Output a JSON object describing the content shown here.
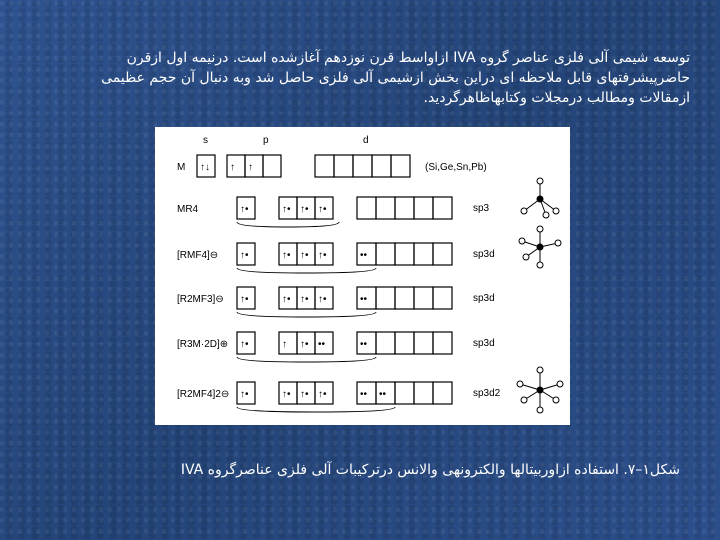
{
  "slide": {
    "intro_text": "توسعه شیمی آلی فلزی عناصر گروه IVA ازاواسط قرن نوزدهم آغازشده است. درنیمه اول ازقرن حاضرپیشرفتهای قابل ملاحظه ای دراین بخش ازشیمی آلی فلزی حاصل شد وبه دنبال آن حجم عظیمی ازمقالات ومطالب درمجلات وکتابهاظاهرگردید.",
    "caption": "شکل۱–۷. استفاده ازاوربیتالها والکترونهی والانس درترکیبات آلی فلزی عناصرگروه IVA"
  },
  "figure": {
    "headers": [
      "s",
      "p",
      "d"
    ],
    "element_note": "(Si,Ge,Sn,Pb)",
    "rows": [
      {
        "label": "M",
        "s": "↑↓",
        "p": [
          "↑",
          "↑",
          ""
        ],
        "d": [
          "",
          "",
          "",
          "",
          ""
        ],
        "hybrid": ""
      },
      {
        "label": "MR4",
        "s": "↑•",
        "p": [
          "↑•",
          "↑•",
          "↑•"
        ],
        "d": [
          "",
          "",
          "",
          "",
          ""
        ],
        "hybrid": "sp3"
      },
      {
        "label": "[RMF4]⊖",
        "s": "↑•",
        "p": [
          "↑•",
          "↑•",
          "↑•"
        ],
        "d": [
          "••",
          "",
          "",
          "",
          ""
        ],
        "hybrid": "sp3d"
      },
      {
        "label": "[R2MF3]⊖",
        "s": "↑•",
        "p": [
          "↑•",
          "↑•",
          "↑•"
        ],
        "d": [
          "••",
          "",
          "",
          "",
          ""
        ],
        "hybrid": "sp3d"
      },
      {
        "label": "[R3M·2D]⊕",
        "s": "↑•",
        "p": [
          "↑",
          "↑•",
          "••"
        ],
        "d": [
          "••",
          "",
          "",
          "",
          ""
        ],
        "hybrid": "sp3d"
      },
      {
        "label": "[R2MF4]2⊖",
        "s": "↑•",
        "p": [
          "↑•",
          "↑•",
          "↑•"
        ],
        "d": [
          "••",
          "••",
          "",
          "",
          ""
        ],
        "hybrid": "sp3d2"
      }
    ]
  }
}
